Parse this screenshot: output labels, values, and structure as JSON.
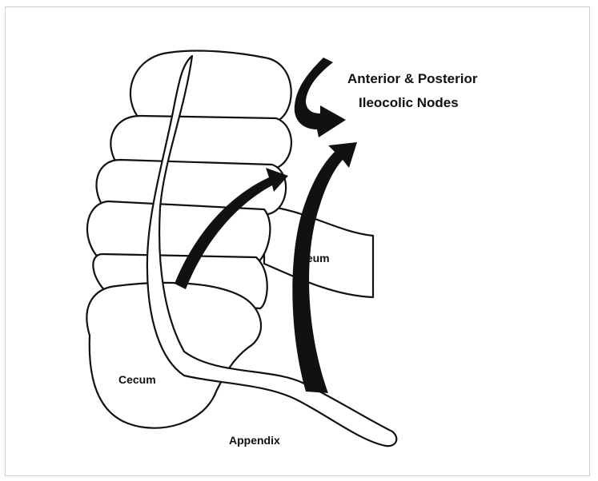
{
  "figure": {
    "labels": {
      "nodes_line1": "Anterior & Posterior",
      "nodes_line2": "Ileocolic Nodes",
      "ileum": "Ileum",
      "cecum": "Cecum",
      "appendix": "Appendix"
    }
  }
}
